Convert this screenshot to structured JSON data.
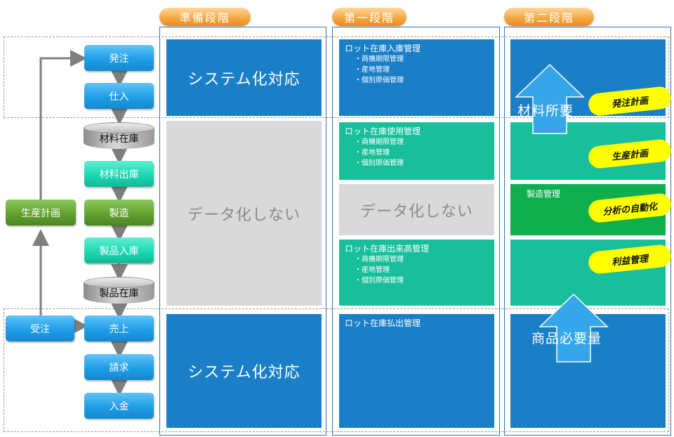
{
  "headers": [
    "準備段階",
    "第一段階",
    "第二段階"
  ],
  "process": {
    "order": "発注",
    "purchase": "仕入",
    "material_stock": "材料在庫",
    "material_issue": "材料出庫",
    "manufacture": "製造",
    "product_receipt": "製品入庫",
    "product_stock": "製品在庫",
    "sales": "売上",
    "billing": "請求",
    "payment": "入金",
    "production_plan": "生産計画",
    "order_received": "受注"
  },
  "prep": {
    "system_top": "システム化対応",
    "no_data": "データ化しない",
    "system_bottom": "システム化対応"
  },
  "stage1": {
    "lot_receipt": {
      "title": "ロット在庫入庫管理",
      "items": [
        "商機期限管理",
        "産地管理",
        "個別原価管理"
      ]
    },
    "lot_usage": {
      "title": "ロット在庫使用管理",
      "items": [
        "商機期限管理",
        "産地管理",
        "個別原価管理"
      ]
    },
    "no_data": "データ化しない",
    "lot_output": {
      "title": "ロット在庫出来高管理",
      "items": [
        "商機期限管理",
        "産地管理",
        "個別原価管理"
      ]
    },
    "lot_shipping": {
      "title": "ロット在庫払出管理"
    }
  },
  "stage2": {
    "material_req": "材料所要",
    "manufacturing_mgmt": "製造管理",
    "product_req": "商品必要量",
    "tags": {
      "order_plan": "発注計画",
      "production_plan": "生産計画",
      "analysis": "分析の自動化",
      "profit": "利益管理"
    }
  },
  "colors": {
    "header_orange": "#f3a640",
    "block_blue": "#1a7fc7",
    "block_teal": "#19bf9b",
    "block_gray": "#d9d9d9",
    "block_green": "#0fae4f",
    "tag_yellow": "#ffff00",
    "arrow_light_blue": "#36a6ea"
  }
}
